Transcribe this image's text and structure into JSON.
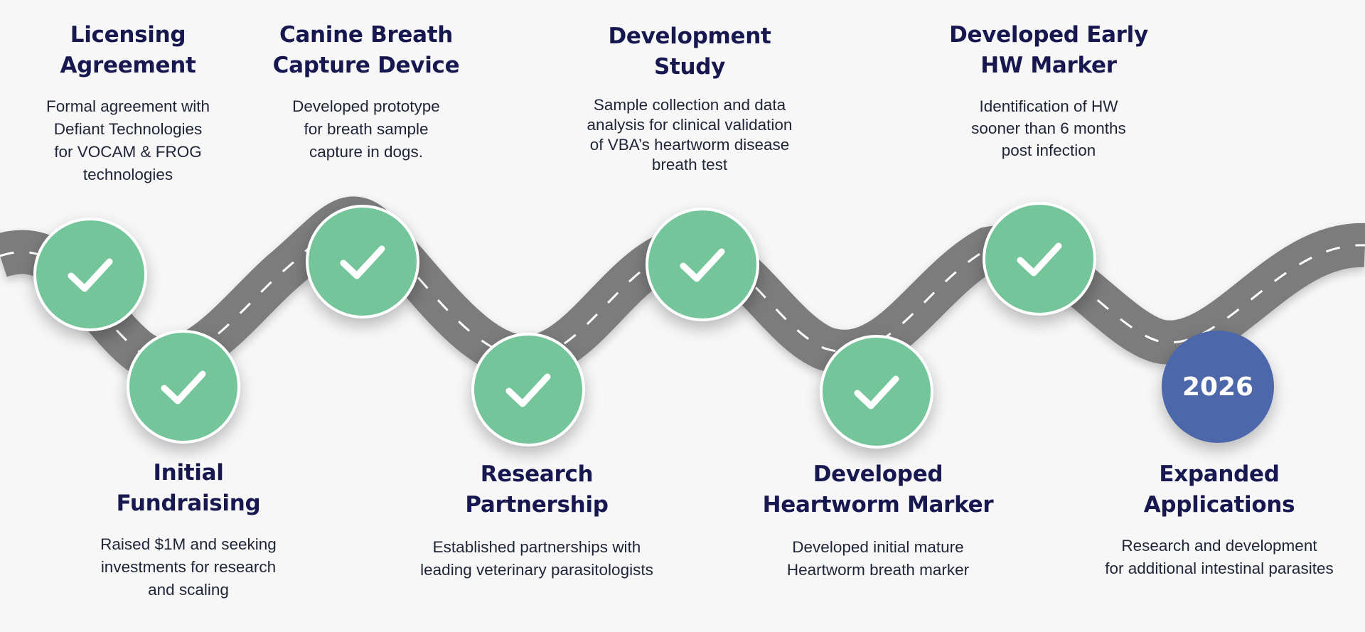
{
  "milestones": [
    {
      "id": "licensing",
      "title": "Licensing\nAgreement",
      "desc": "Formal agreement with\nDefiant Technologies\nfor VOCAM & FROG\ntechnologies",
      "status": "complete"
    },
    {
      "id": "fundraising",
      "title": "Initial\nFundraising",
      "desc": "Raised $1M and seeking\ninvestments for research\nand scaling",
      "status": "complete"
    },
    {
      "id": "breath-device",
      "title": "Canine Breath\nCapture Device",
      "desc": "Developed prototype\nfor breath sample\ncapture in dogs.",
      "status": "complete"
    },
    {
      "id": "research-partnership",
      "title": "Research\nPartnership",
      "desc": "Established partnerships with\nleading veterinary parasitologists",
      "status": "complete"
    },
    {
      "id": "development-study",
      "title": "Development\nStudy",
      "desc": "Sample collection and data\nanalysis for clinical validation\nof VBA’s heartworm disease\nbreath test",
      "status": "complete"
    },
    {
      "id": "heartworm-marker",
      "title": "Developed\nHeartworm Marker",
      "desc": "Developed initial mature\nHeartworm breath marker",
      "status": "complete"
    },
    {
      "id": "early-hw-marker",
      "title": "Developed Early\nHW Marker",
      "desc": "Identification of HW\nsooner than 6 months\npost infection",
      "status": "complete"
    },
    {
      "id": "expanded-applications",
      "title": "Expanded\nApplications",
      "desc": "Research and development\nfor additional intestinal parasites",
      "status": "upcoming",
      "year": "2026"
    }
  ],
  "colors": {
    "complete": "#74c69a",
    "upcoming": "#4c67aa",
    "title": "#17184f",
    "road": "#7a7a7a"
  }
}
